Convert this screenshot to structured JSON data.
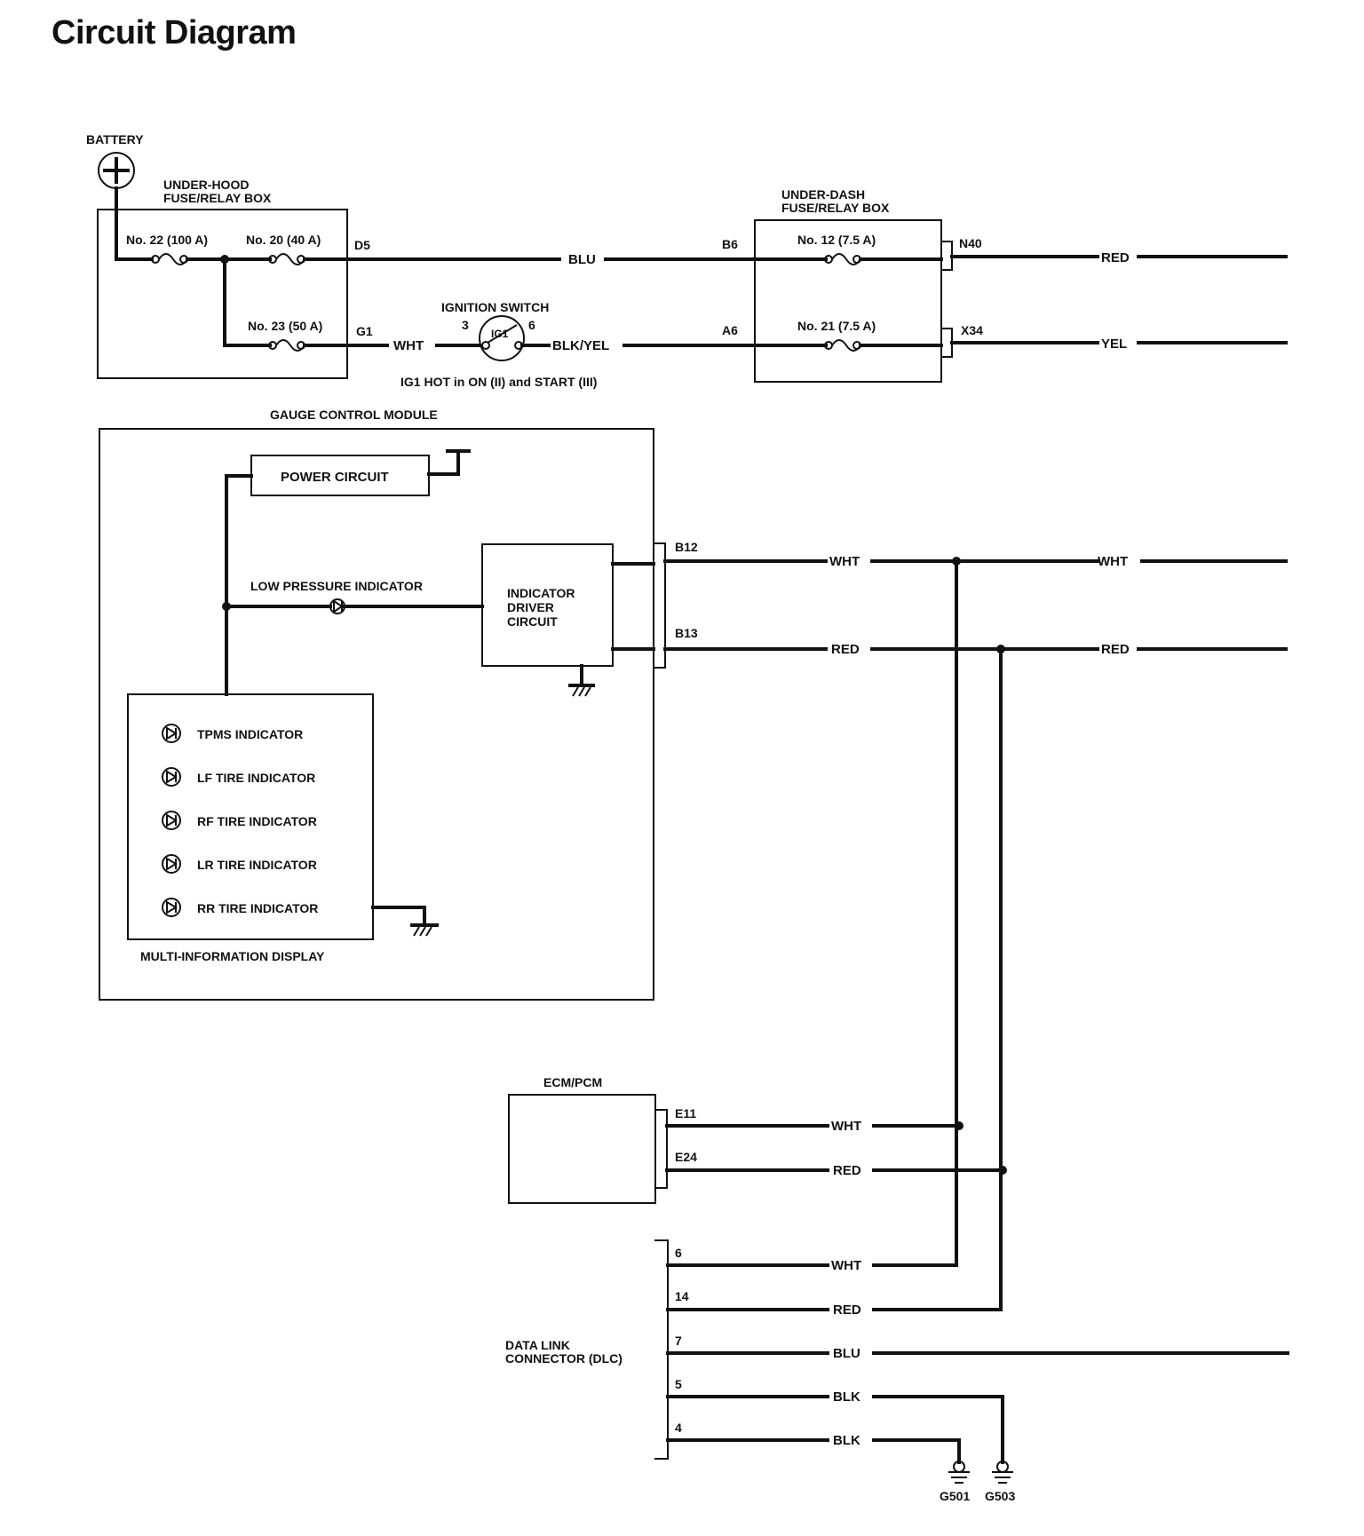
{
  "page": {
    "title": "Circuit Diagram"
  },
  "power": {
    "battery": "BATTERY",
    "underhood_box": [
      "UNDER-HOOD",
      "FUSE/RELAY BOX"
    ],
    "fuse22": "No. 22 (100 A)",
    "fuse20": "No. 20 (40 A)",
    "fuse23": "No. 23 (50 A)",
    "pin_d5": "D5",
    "pin_g1": "G1",
    "wire_blu": "BLU",
    "wire_wht": "WHT",
    "ignition_switch": "IGNITION SWITCH",
    "ig_term3": "3",
    "ig_term6": "6",
    "ig1": "IG1",
    "wire_blkyel": "BLK/YEL",
    "ig_note": "IG1 HOT in ON (II) and START (III)",
    "underdash_box": [
      "UNDER-DASH",
      "FUSE/RELAY BOX"
    ],
    "pin_b6": "B6",
    "pin_a6": "A6",
    "fuse12": "No. 12 (7.5 A)",
    "fuse21": "No. 21 (7.5 A)",
    "pin_n40": "N40",
    "pin_x34": "X34",
    "wire_red": "RED",
    "wire_yel": "YEL"
  },
  "gauge": {
    "module": "GAUGE CONTROL MODULE",
    "power_circuit": "POWER CIRCUIT",
    "low_pressure": "LOW PRESSURE INDICATOR",
    "driver": [
      "INDICATOR",
      "DRIVER",
      "CIRCUIT"
    ],
    "pin_b12": "B12",
    "pin_b13": "B13",
    "wire_wht": "WHT",
    "wire_red": "RED",
    "mid_title": "MULTI-INFORMATION DISPLAY",
    "indicators": [
      "TPMS INDICATOR",
      "LF TIRE INDICATOR",
      "RF TIRE INDICATOR",
      "LR TIRE INDICATOR",
      "RR TIRE INDICATOR"
    ]
  },
  "ecm": {
    "title": "ECM/PCM",
    "pin_e11": "E11",
    "pin_e24": "E24",
    "wire_wht": "WHT",
    "wire_red": "RED"
  },
  "dlc": {
    "title": [
      "DATA LINK",
      "CONNECTOR (DLC)"
    ],
    "pins": [
      {
        "pin": "6",
        "wire": "WHT"
      },
      {
        "pin": "14",
        "wire": "RED"
      },
      {
        "pin": "7",
        "wire": "BLU"
      },
      {
        "pin": "5",
        "wire": "BLK"
      },
      {
        "pin": "4",
        "wire": "BLK"
      }
    ],
    "ground1": "G501",
    "ground2": "G503"
  }
}
